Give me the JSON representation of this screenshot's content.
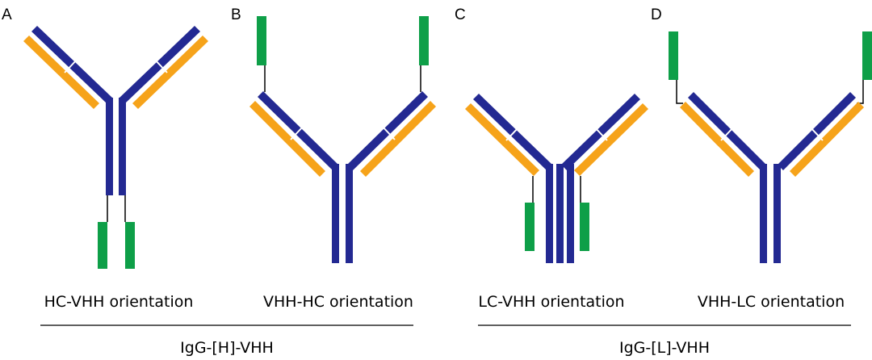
{
  "colors": {
    "heavy_chain": "#232992",
    "light_chain": "#F6A31A",
    "vhh": "#0E9F48",
    "linker": "#000000"
  },
  "icons": [
    "antibody-hc-vhh-icon",
    "antibody-vhh-hc-icon",
    "antibody-lc-vhh-icon",
    "antibody-vhh-lc-icon"
  ],
  "panels": [
    {
      "letter": "A",
      "orientation": "HC-VHH orientation"
    },
    {
      "letter": "B",
      "orientation": "VHH-HC orientation"
    },
    {
      "letter": "C",
      "orientation": "LC-VHH orientation"
    },
    {
      "letter": "D",
      "orientation": "VHH-LC orientation"
    }
  ],
  "groups": [
    {
      "label": "IgG-[H]-VHH"
    },
    {
      "label": "IgG-[L]-VHH"
    }
  ]
}
